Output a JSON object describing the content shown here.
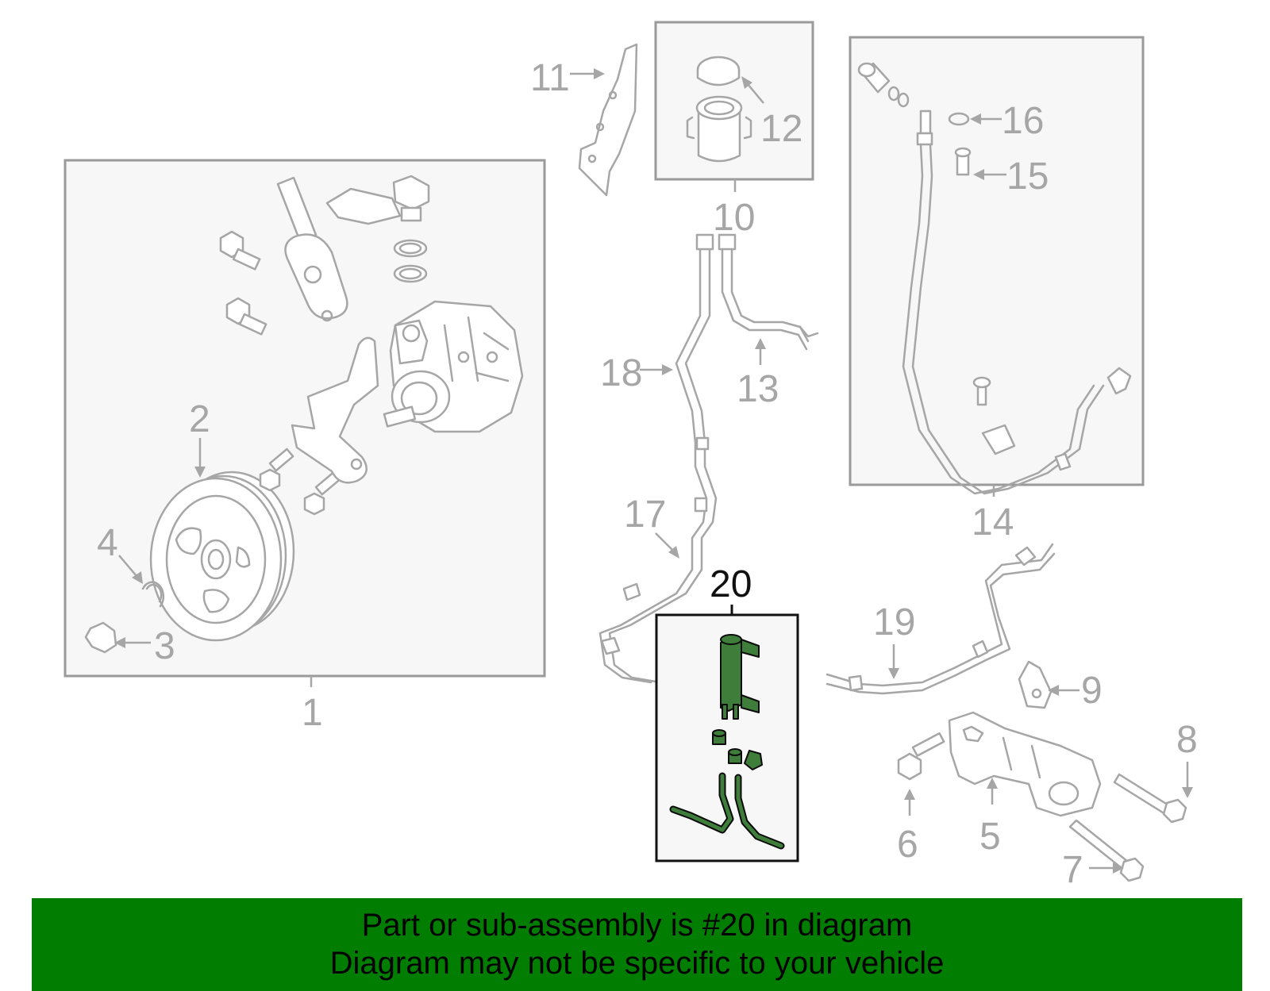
{
  "diagram": {
    "callouts": {
      "c1": "1",
      "c2": "2",
      "c3": "3",
      "c4": "4",
      "c5": "5",
      "c6": "6",
      "c7": "7",
      "c8": "8",
      "c9": "9",
      "c10": "10",
      "c11": "11",
      "c12": "12",
      "c13": "13",
      "c14": "14",
      "c15": "15",
      "c16": "16",
      "c17": "17",
      "c18": "18",
      "c19": "19",
      "c20": "20"
    },
    "highlight_part": "20",
    "colors": {
      "highlight": "#3f7d3a",
      "banner": "#017e01",
      "line_art": "#a6a6a6"
    }
  },
  "banner": {
    "line1": "Part or sub-assembly is #20 in diagram",
    "line2": "Diagram may not be specific to your vehicle"
  }
}
